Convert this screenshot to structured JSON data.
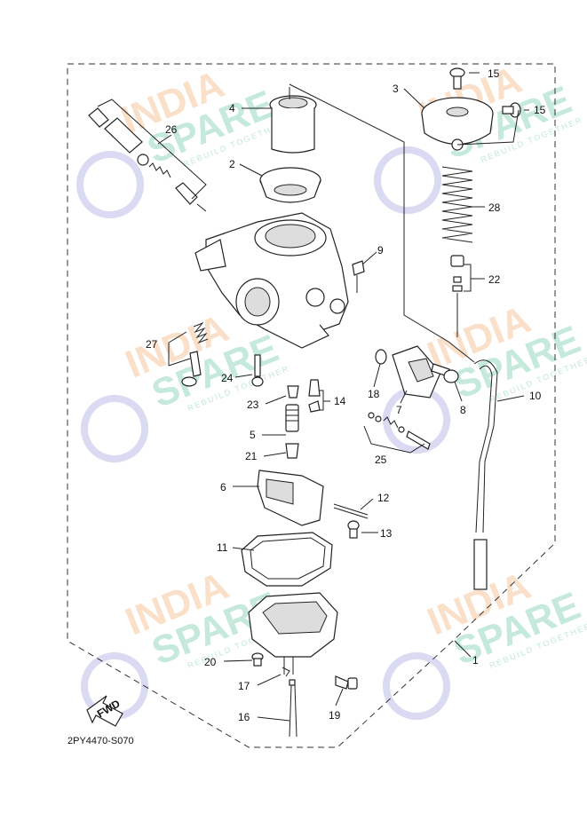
{
  "diagram_code": "2PY4470-S070",
  "fwd_label": "FWD",
  "watermark": {
    "line1": "INDIA",
    "line2": "SPARE",
    "tagline": "REBUILD TOGETHER"
  },
  "part_labels": {
    "p1": "1",
    "p2": "2",
    "p3": "3",
    "p4": "4",
    "p5": "5",
    "p6": "6",
    "p7": "7",
    "p8": "8",
    "p9": "9",
    "p10": "10",
    "p11": "11",
    "p12": "12",
    "p13": "13",
    "p14": "14",
    "p15a": "15",
    "p15b": "15",
    "p16": "16",
    "p17": "17",
    "p18": "18",
    "p19": "19",
    "p20": "20",
    "p21": "21",
    "p22": "22",
    "p23": "23",
    "p24": "24",
    "p25": "25",
    "p26": "26",
    "p27": "27",
    "p28": "28"
  }
}
